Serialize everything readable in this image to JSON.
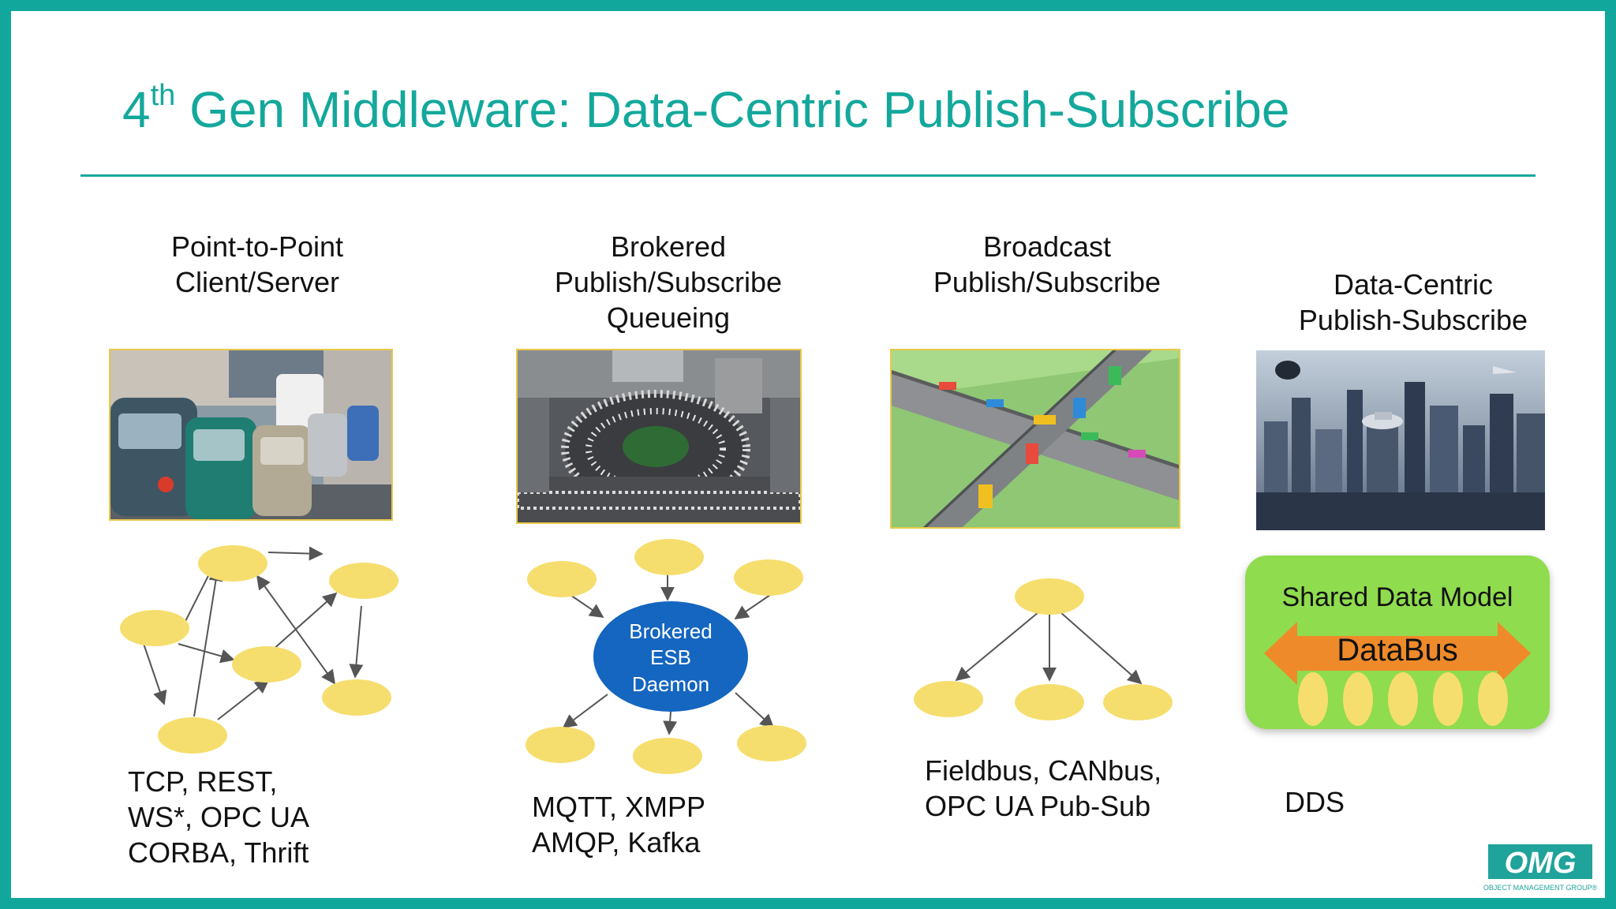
{
  "title": {
    "prefix": "4",
    "superscript": "th",
    "text": " Gen Middleware: Data-Centric Publish-Subscribe"
  },
  "columns": [
    {
      "title_lines": [
        "Point-to-Point",
        "Client/Server"
      ],
      "protocols": [
        "TCP, REST,",
        "WS*, OPC UA",
        "CORBA, Thrift"
      ],
      "image": "traffic-jam-photo"
    },
    {
      "title_lines": [
        "Brokered",
        "Publish/Subscribe",
        "Queueing"
      ],
      "protocols": [
        "MQTT, XMPP",
        "AMQP, Kafka"
      ],
      "image": "roundabout-photo"
    },
    {
      "title_lines": [
        "Broadcast",
        "Publish/Subscribe"
      ],
      "protocols": [
        "Fieldbus, CANbus,",
        "OPC UA Pub-Sub"
      ],
      "image": "highway-interchange-illustration"
    },
    {
      "title_lines": [
        "Data-Centric",
        "Publish-Subscribe"
      ],
      "protocols": [
        "DDS"
      ],
      "image": "futuristic-city-image"
    }
  ],
  "broker": {
    "lines": [
      "Brokered",
      "ESB",
      "Daemon"
    ]
  },
  "databus": {
    "shared_label": "Shared Data Model",
    "bus_label": "DataBus"
  },
  "logo": {
    "text": "OMG",
    "subtext": "OBJECT MANAGEMENT GROUP®"
  },
  "colors": {
    "accent": "#14a89c",
    "node": "#f6de6e",
    "broker": "#1466c0",
    "databus_bg": "#8fdc4e",
    "bus_arrow": "#ee8a2a"
  }
}
